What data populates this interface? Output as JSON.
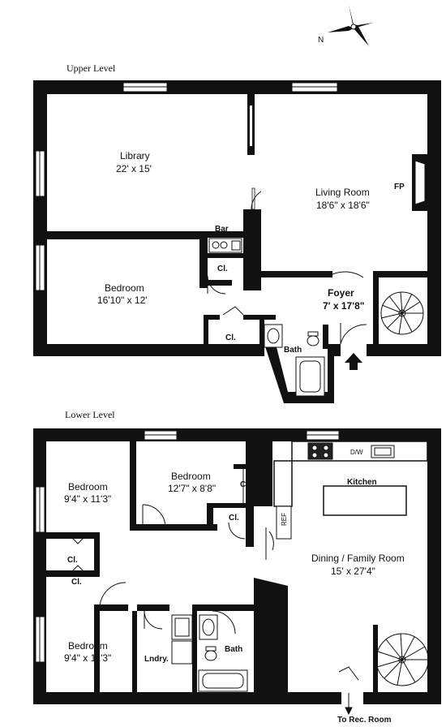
{
  "compass": {
    "label": "N"
  },
  "upper": {
    "title": "Upper Level",
    "library": {
      "name": "Library",
      "dims": "22' x 15'"
    },
    "living": {
      "name": "Living Room",
      "dims": "18'6\" x 18'6\""
    },
    "fireplace": "FP",
    "bar": "Bar",
    "closet1": "Cl.",
    "closet2": "Cl.",
    "bedroom": {
      "name": "Bedroom",
      "dims": "16'10\" x 12'"
    },
    "foyer": {
      "name": "Foyer",
      "dims": "7' x 17'8\""
    },
    "bath": "Bath"
  },
  "lower": {
    "title": "Lower Level",
    "bedroom1": {
      "name": "Bedroom",
      "dims": "9'4\" x 11'3\""
    },
    "bedroom2": {
      "name": "Bedroom",
      "dims": "12'7\" x 8'8\""
    },
    "bedroom3": {
      "name": "Bedroom",
      "dims": "9'4\" x 11'3\""
    },
    "closet_a": "Cl.",
    "closet_b": "Cl.",
    "closet_c": "Cl.",
    "closet_d": "Cl.",
    "kitchen": "Kitchen",
    "ref": "REF",
    "dw": "D/W",
    "dining": {
      "name": "Dining / Family Room",
      "dims": "15' x 27'4\""
    },
    "laundry": "Lndry.",
    "bath": "Bath",
    "exit": "To Rec. Room"
  }
}
